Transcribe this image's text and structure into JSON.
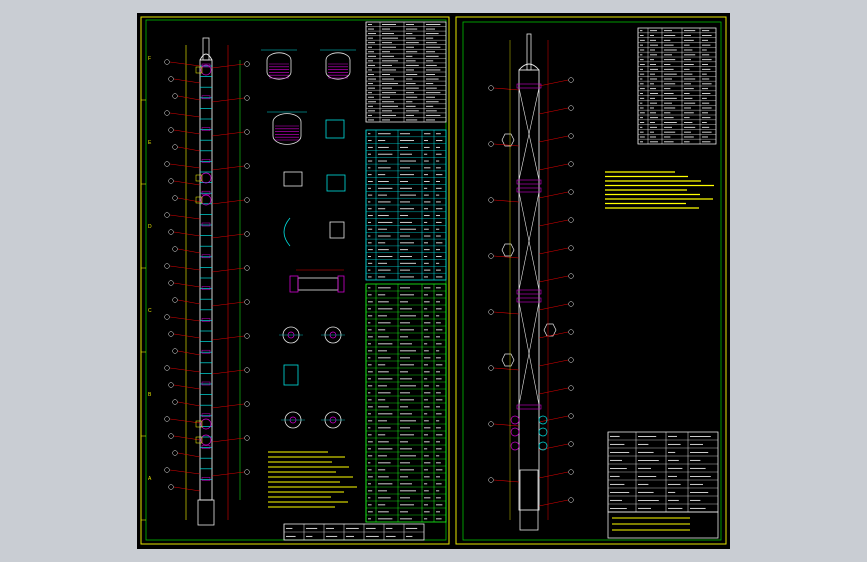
{
  "viewer": {
    "background": "#c9cdd3",
    "canvas_background": "#000000"
  },
  "colors": {
    "frame_yellow": "#e6e600",
    "frame_green": "#00c000",
    "cyan": "#00e0e0",
    "red": "#e00000",
    "magenta": "#d000d0",
    "white": "#e8e8e8",
    "yellow": "#ffff00",
    "green": "#18ff18"
  },
  "sheet_left": {
    "border_letters": [
      "F",
      "E",
      "D",
      "C",
      "B",
      "A"
    ],
    "tables": {
      "top_rows": 22,
      "middle_rows": 22,
      "bottom_rows": 34
    }
  },
  "sheet_right": {
    "parts_table_rows": 24,
    "title_block_rows": 10
  },
  "icons": [
    "cad-drawing-canvas"
  ]
}
